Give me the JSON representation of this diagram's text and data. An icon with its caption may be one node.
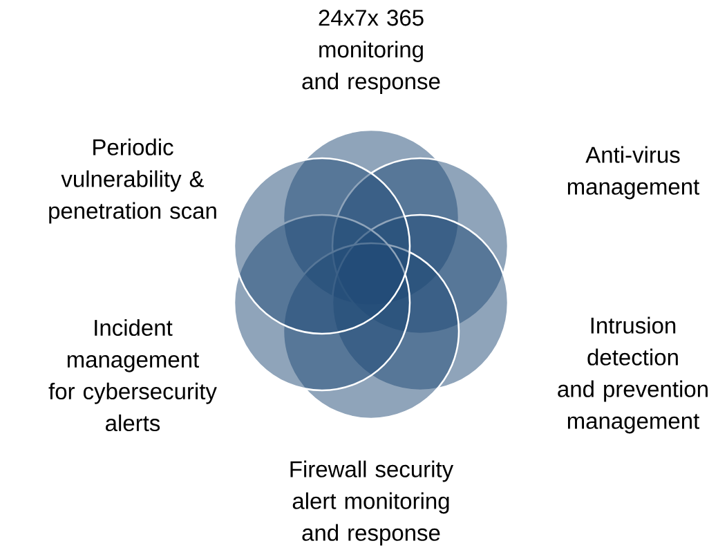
{
  "diagram": {
    "nodes": [
      {
        "text": [],
        "shape": "circle",
        "beside": [
          "24x7x 365 monitoring and response"
        ]
      },
      {
        "text": [],
        "shape": "circle",
        "beside": [
          "Anti-virus management"
        ]
      },
      {
        "text": [],
        "shape": "circle",
        "beside": [
          "Intrusion detection and prevention management"
        ]
      },
      {
        "text": [],
        "shape": "circle",
        "beside": [
          "Firewall security alert monitoring and response"
        ]
      },
      {
        "text": [],
        "shape": "circle",
        "beside": [
          "Incident management for cybersecurity alerts"
        ]
      },
      {
        "text": [],
        "shape": "circle",
        "beside": [
          "Periodic vulnerability & penetration scan"
        ]
      }
    ]
  }
}
